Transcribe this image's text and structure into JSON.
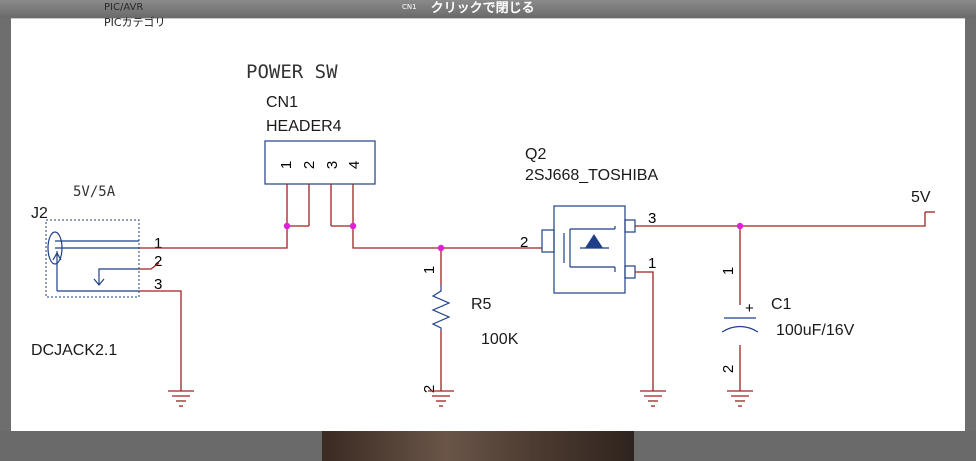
{
  "page": {
    "close_hint": "クリックで閉じる",
    "close_hint_small": "CN1",
    "bg_top_text": "PIC/AVR",
    "bg_bottom_text": "PICカテゴリ"
  },
  "schematic": {
    "title": "POWER SW",
    "cn1": {
      "ref": "CN1",
      "value": "HEADER4",
      "pins": [
        "1",
        "2",
        "3",
        "4"
      ]
    },
    "j2": {
      "ref": "J2",
      "rating": "5V/5A",
      "value": "DCJACK2.1",
      "pins": [
        "1",
        "2",
        "3"
      ]
    },
    "q2": {
      "ref": "Q2",
      "value": "2SJ668_TOSHIBA",
      "pins": {
        "gate": "2",
        "drain": "3",
        "source": "1"
      }
    },
    "r5": {
      "ref": "R5",
      "value": "100K",
      "pins": [
        "1",
        "2"
      ]
    },
    "c1": {
      "ref": "C1",
      "value": "100uF/16V",
      "polarity": "+",
      "pins": [
        "1",
        "2"
      ]
    },
    "supply": "5V"
  },
  "colors": {
    "wire": "#a02020",
    "part": "#1f3f86",
    "junction": "#e020d8",
    "overlay": "#6e6e6e"
  }
}
